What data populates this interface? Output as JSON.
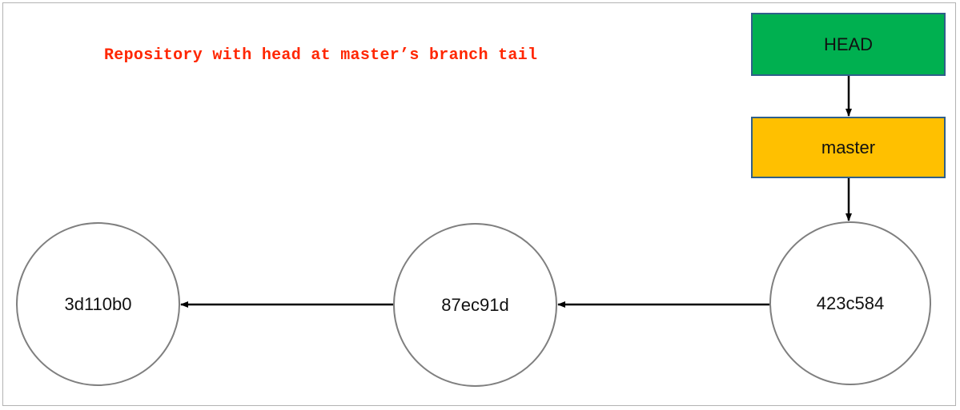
{
  "title": "Repository with head at master’s branch tail",
  "colors": {
    "title": "#ff2600",
    "head_fill": "#00b050",
    "branch_fill": "#ffc000",
    "box_border": "#2f5f8a",
    "commit_border": "#7f7f7f",
    "arrow": "#000000"
  },
  "refs": {
    "head": "HEAD",
    "branch": "master"
  },
  "commits": [
    {
      "id": "3d110b0"
    },
    {
      "id": "87ec91d"
    },
    {
      "id": "423c584"
    }
  ]
}
